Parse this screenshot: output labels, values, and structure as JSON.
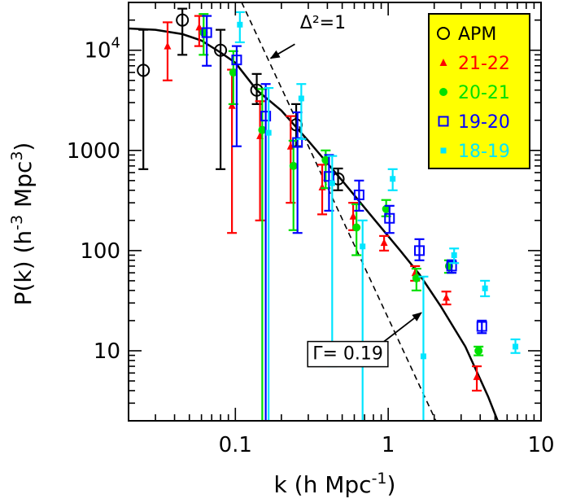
{
  "chart_data": {
    "type": "scatter",
    "xscale": "log",
    "yscale": "log",
    "xlim": [
      0.02,
      10
    ],
    "ylim": [
      2,
      30000
    ],
    "xlabel": "k (h Mpc",
    "xlabel_sup": "-1",
    "xlabel_end": ")",
    "ylabel": "P(k) (h",
    "ylabel_sup1": "-3",
    "ylabel_mid": " Mpc",
    "ylabel_sup2": "3",
    "ylabel_end": ")",
    "x_ticks": [
      {
        "value": 0.1,
        "label": "0.1"
      },
      {
        "value": 1,
        "label": "1"
      },
      {
        "value": 10,
        "label": "10"
      }
    ],
    "y_ticks": [
      {
        "value": 10,
        "label": "10"
      },
      {
        "value": 100,
        "label": "100"
      },
      {
        "value": 1000,
        "label": "1000"
      },
      {
        "value": 10000,
        "label": "10",
        "sup": "4"
      }
    ],
    "grid": false,
    "legend_position": "top-right",
    "legend_background": "#ffff00",
    "series": [
      {
        "name": "APM",
        "color": "#000000",
        "marker": "open-circle",
        "points": [
          {
            "x": 0.025,
            "y": 6300,
            "lo": 650,
            "hi": 16000
          },
          {
            "x": 0.045,
            "y": 20000,
            "lo": 9000,
            "hi": 26000
          },
          {
            "x": 0.08,
            "y": 10000,
            "lo": 650,
            "hi": 16000
          },
          {
            "x": 0.138,
            "y": 4000,
            "lo": 2900,
            "hi": 5800
          },
          {
            "x": 0.25,
            "y": 1800,
            "lo": 1100,
            "hi": 2900
          },
          {
            "x": 0.47,
            "y": 520,
            "lo": 400,
            "hi": 660
          }
        ]
      },
      {
        "name": "21-22",
        "color": "#ff0000",
        "marker": "triangle",
        "points": [
          {
            "x": 0.036,
            "y": 11000,
            "lo": 5000,
            "hi": 19000
          },
          {
            "x": 0.058,
            "y": 17000,
            "lo": 11000,
            "hi": 22000
          },
          {
            "x": 0.095,
            "y": 2800,
            "lo": 150,
            "hi": 6400
          },
          {
            "x": 0.145,
            "y": 1400,
            "lo": 200,
            "hi": 3100
          },
          {
            "x": 0.23,
            "y": 1100,
            "lo": 300,
            "hi": 2200
          },
          {
            "x": 0.37,
            "y": 430,
            "lo": 230,
            "hi": 720
          },
          {
            "x": 0.59,
            "y": 220,
            "lo": 160,
            "hi": 300
          },
          {
            "x": 0.94,
            "y": 120,
            "lo": 100,
            "hi": 140
          },
          {
            "x": 1.5,
            "y": 60,
            "lo": 50,
            "hi": 70
          },
          {
            "x": 2.4,
            "y": 34,
            "lo": 29,
            "hi": 39
          },
          {
            "x": 3.8,
            "y": 5.5,
            "lo": 4,
            "hi": 7
          }
        ]
      },
      {
        "name": "20-21",
        "color": "#00e000",
        "marker": "filled-circle",
        "points": [
          {
            "x": 0.062,
            "y": 15000,
            "lo": 9000,
            "hi": 23000
          },
          {
            "x": 0.097,
            "y": 6000,
            "lo": 2900,
            "hi": 9800
          },
          {
            "x": 0.15,
            "y": 1600,
            "lo": 2,
            "hi": 4100
          },
          {
            "x": 0.24,
            "y": 700,
            "lo": 160,
            "hi": 1250
          },
          {
            "x": 0.39,
            "y": 800,
            "lo": 420,
            "hi": 1000
          },
          {
            "x": 0.62,
            "y": 170,
            "lo": 90,
            "hi": 290
          },
          {
            "x": 0.97,
            "y": 260,
            "lo": 220,
            "hi": 320
          },
          {
            "x": 1.53,
            "y": 53,
            "lo": 40,
            "hi": 66
          },
          {
            "x": 2.5,
            "y": 70,
            "lo": 60,
            "hi": 80
          },
          {
            "x": 3.9,
            "y": 10,
            "lo": 9,
            "hi": 11
          }
        ]
      },
      {
        "name": "19-20",
        "color": "#0000ff",
        "marker": "open-square",
        "points": [
          {
            "x": 0.065,
            "y": 15000,
            "lo": 7000,
            "hi": 22000
          },
          {
            "x": 0.102,
            "y": 8000,
            "lo": 1100,
            "hi": 11000
          },
          {
            "x": 0.158,
            "y": 2200,
            "lo": 2,
            "hi": 4600
          },
          {
            "x": 0.255,
            "y": 1200,
            "lo": 150,
            "hi": 2400
          },
          {
            "x": 0.41,
            "y": 550,
            "lo": 250,
            "hi": 900
          },
          {
            "x": 0.645,
            "y": 360,
            "lo": 250,
            "hi": 500
          },
          {
            "x": 1.02,
            "y": 210,
            "lo": 150,
            "hi": 280
          },
          {
            "x": 1.6,
            "y": 100,
            "lo": 80,
            "hi": 130
          },
          {
            "x": 2.6,
            "y": 70,
            "lo": 60,
            "hi": 80
          },
          {
            "x": 4.1,
            "y": 17.5,
            "lo": 15,
            "hi": 20
          }
        ]
      },
      {
        "name": "18-19",
        "color": "#00e5ff",
        "marker": "filled-square",
        "points": [
          {
            "x": 0.107,
            "y": 18000,
            "lo": 12000,
            "hi": 24000
          },
          {
            "x": 0.165,
            "y": 1500,
            "lo": 2,
            "hi": 4200
          },
          {
            "x": 0.27,
            "y": 3300,
            "lo": 1300,
            "hi": 4600
          },
          {
            "x": 0.43,
            "y": 470,
            "lo": 7,
            "hi": 880
          },
          {
            "x": 0.68,
            "y": 110,
            "lo": 2,
            "hi": 200
          },
          {
            "x": 1.07,
            "y": 520,
            "lo": 400,
            "hi": 650
          },
          {
            "x": 1.7,
            "y": 8.8,
            "lo": 2,
            "hi": 55
          },
          {
            "x": 2.7,
            "y": 90,
            "lo": 75,
            "hi": 105
          },
          {
            "x": 4.3,
            "y": 42,
            "lo": 35,
            "hi": 50
          },
          {
            "x": 6.8,
            "y": 11,
            "lo": 9.5,
            "hi": 13
          }
        ]
      }
    ],
    "model_curve": {
      "color": "#000000",
      "points": [
        [
          0.02,
          16500
        ],
        [
          0.03,
          16000
        ],
        [
          0.045,
          14500
        ],
        [
          0.06,
          12500
        ],
        [
          0.08,
          9500
        ],
        [
          0.1,
          7500
        ],
        [
          0.138,
          4000
        ],
        [
          0.2,
          2500
        ],
        [
          0.3,
          1250
        ],
        [
          0.5,
          500
        ],
        [
          0.8,
          210
        ],
        [
          1.2,
          100
        ],
        [
          1.6,
          58
        ],
        [
          2.2,
          28
        ],
        [
          3.2,
          11
        ],
        [
          4.5,
          3.5
        ],
        [
          5.2,
          2
        ]
      ]
    },
    "nonlinear_line": {
      "color": "#000000",
      "style": "dashed",
      "points": [
        [
          0.11,
          30000
        ],
        [
          2.05,
          2
        ]
      ]
    },
    "annotations": [
      {
        "text": "Δ²=1",
        "text_pos": [
          0.265,
          16500
        ],
        "arrow_from": [
          0.245,
          11500
        ],
        "arrow_to": [
          0.17,
          8300
        ],
        "boxed": false
      },
      {
        "text": "Γ= 0.19",
        "text_pos": [
          0.32,
          8.2
        ],
        "arrow_from": [
          0.85,
          11
        ],
        "arrow_to": [
          1.65,
          24
        ],
        "boxed": true
      }
    ]
  }
}
